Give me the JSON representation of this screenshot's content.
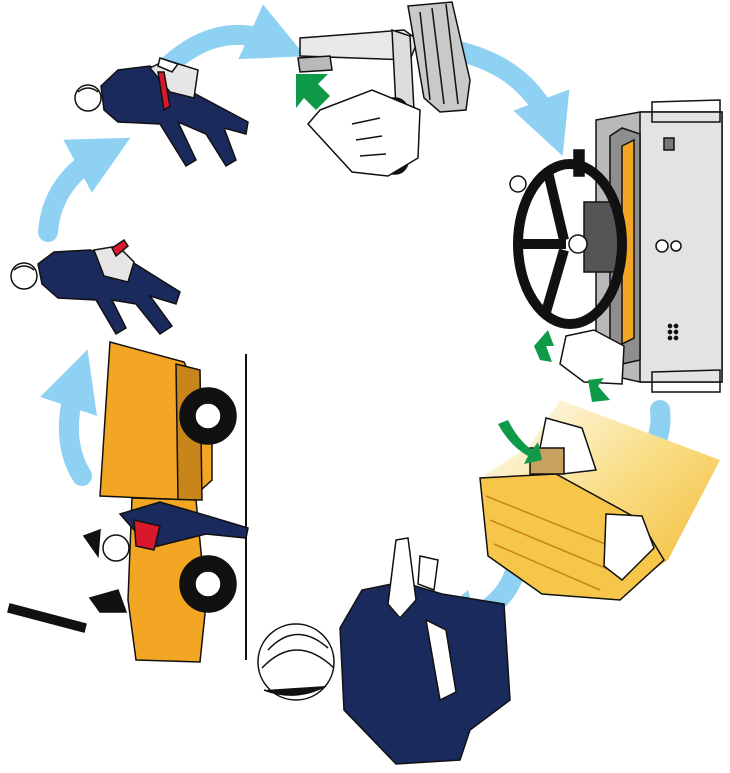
{
  "colors": {
    "arrow_blue": "#8ED1F2",
    "arrow_green": "#0E9A48",
    "machine_yellow": "#F2A623",
    "seat_yellow": "#F6C64A",
    "suit_navy": "#1B2A5C",
    "tie_red": "#D7192B",
    "metal_gray": "#B9B9B9",
    "outline": "#111111"
  },
  "steps": [
    {
      "id": "walk-up",
      "icon": "worker-walking-icon"
    },
    {
      "id": "carry",
      "icon": "worker-carrying-icon"
    },
    {
      "id": "lever",
      "icon": "hand-lever-icon"
    },
    {
      "id": "steering",
      "icon": "steering-wheel-icon"
    },
    {
      "id": "seat",
      "icon": "seat-belt-icon"
    },
    {
      "id": "exit",
      "icon": "worker-exiting-icon"
    },
    {
      "id": "dumper",
      "icon": "dumper-truck-icon"
    }
  ]
}
